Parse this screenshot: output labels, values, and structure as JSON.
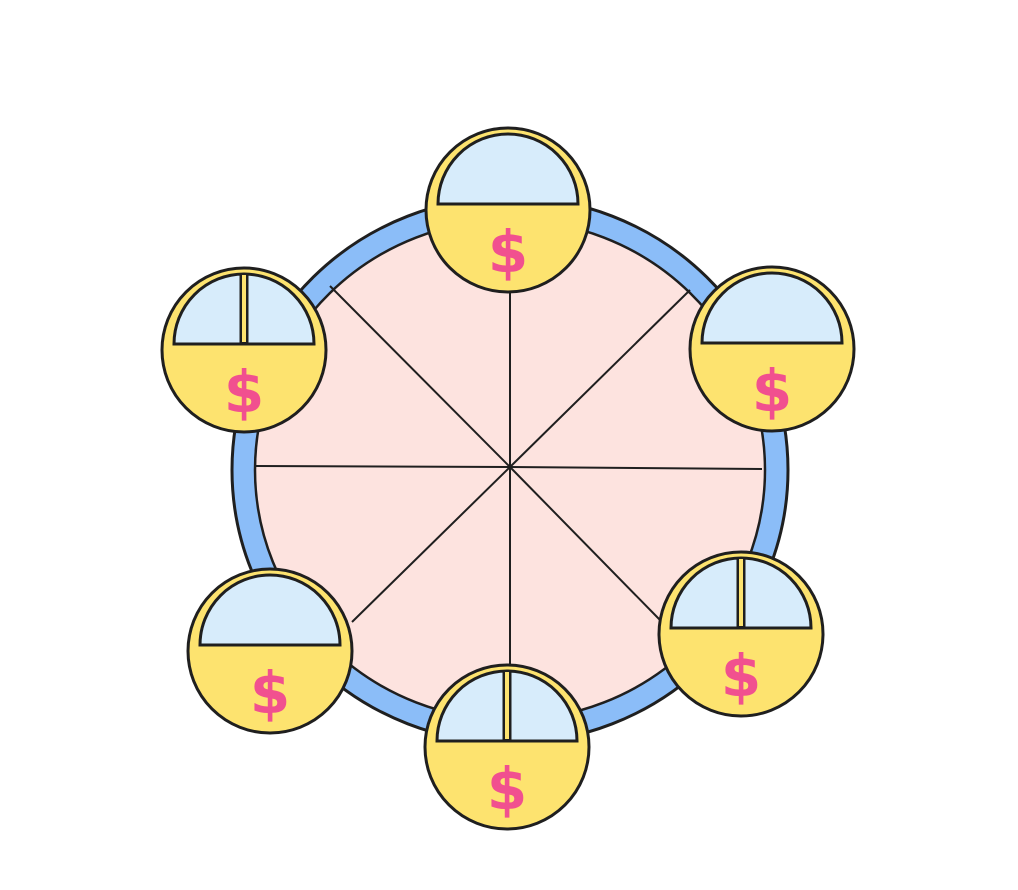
{
  "colors": {
    "background": "#ffffff",
    "ring": "#8bbdf8",
    "wheel_fill": "#fde3df",
    "pod_fill": "#fde36f",
    "window_fill": "#d7ecfb",
    "outline": "#1f1f1f",
    "symbol": "#f1508f"
  },
  "pod_symbol": "$",
  "wheel": {
    "spoke_count": 8
  },
  "pods": [
    {
      "id": "top",
      "window": "single"
    },
    {
      "id": "upper-right",
      "window": "single"
    },
    {
      "id": "lower-right",
      "window": "split"
    },
    {
      "id": "bottom",
      "window": "split"
    },
    {
      "id": "lower-left",
      "window": "single"
    },
    {
      "id": "upper-left",
      "window": "split"
    }
  ]
}
